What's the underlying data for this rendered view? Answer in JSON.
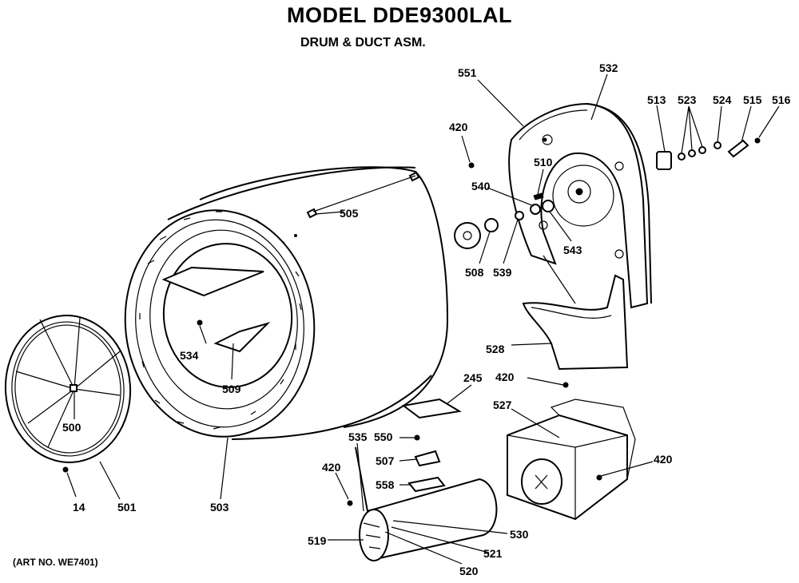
{
  "header": {
    "title": "MODEL DDE9300LAL",
    "subtitle": "DRUM & DUCT ASM.",
    "art_no": "(ART NO. WE7401)"
  },
  "parts": {
    "p551": "551",
    "p532": "532",
    "p513": "513",
    "p523": "523",
    "p524": "524",
    "p515": "515",
    "p516": "516",
    "p420a": "420",
    "p510": "510",
    "p540": "540",
    "p543": "543",
    "p508": "508",
    "p539": "539",
    "p505": "505",
    "p534": "534",
    "p509": "509",
    "p528": "528",
    "p420b": "420",
    "p245": "245",
    "p527": "527",
    "p420c": "420",
    "p500": "500",
    "p14": "14",
    "p501": "501",
    "p503": "503",
    "p535": "535",
    "p550": "550",
    "p507": "507",
    "p558": "558",
    "p420d": "420",
    "p519": "519",
    "p530": "530",
    "p521": "521",
    "p520": "520"
  }
}
